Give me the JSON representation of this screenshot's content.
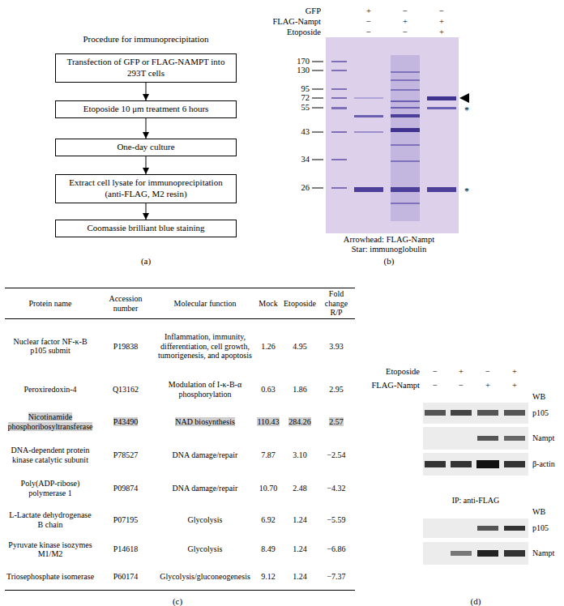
{
  "diagram": {
    "nodes": [
      {
        "text": [
          "Transfection of GFP or FLAG-NAMPT into 293T cells"
        ]
      },
      {
        "text": [
          "Etoposide 10 μm treatment 6 hours"
        ]
      },
      {
        "text": [
          "One-day culture"
        ]
      },
      {
        "text": [
          "Extract cell lysate for immunoprecipitation (anti-FLAG, M2 resin)"
        ]
      },
      {
        "text": [
          "Coomassie brilliant blue staining"
        ]
      }
    ],
    "edges": [
      {
        "from": 0,
        "to": 1,
        "arrow": "to"
      },
      {
        "from": 1,
        "to": 2,
        "arrow": "to"
      },
      {
        "from": 2,
        "to": 3,
        "arrow": "to"
      },
      {
        "from": 3,
        "to": 4,
        "arrow": "to"
      }
    ],
    "labels": [
      "(a)",
      "Procedure for immunoprecipitation",
      "GFP",
      "+",
      "−",
      "−",
      "FLAG-Nampt",
      "−",
      "+",
      "+",
      "Etoposide",
      "−",
      "−",
      "+",
      "170",
      "130",
      "95",
      "72",
      "55",
      "43",
      "34",
      "26",
      "*",
      "*",
      "Arrowhead: FLAG-Nampt",
      "Star: immunoglobulin",
      "(b)",
      "Protein name",
      "Accession number",
      "Molecular function",
      "Mock",
      "Etoposide",
      "Fold change",
      "R/P",
      "Nuclear factor NF-κ-B p105 submit",
      "P19838",
      "Inflammation, immunity, differentiation, cell growth, tumorigenesis, and apoptosis",
      "1.26",
      "4.95",
      "3.93",
      "Peroxiredoxin-4",
      "Q13162",
      "Modulation of I-κ-B-α phosphorylation",
      "0.63",
      "1.86",
      "2.95",
      "Nicotinamide phosphoribosyltransferase",
      "P43490",
      "NAD biosynthesis",
      "110.43",
      "284.26",
      "2.57",
      "DNA-dependent protein kinase catalytic subunit",
      "P78527",
      "DNA damage/repair",
      "7.87",
      "3.10",
      "−2.54",
      "Poly(ADP-ribose) polymerase 1",
      "P09874",
      "DNA damage/repair",
      "10.70",
      "2.48",
      "−4.32",
      "L-Lactate dehydrogenase B chain",
      "P07195",
      "Glycolysis",
      "6.92",
      "1.24",
      "−5.59",
      "Pyruvate kinase isozymes M1/M2",
      "P14618",
      "Glycolysis",
      "8.49",
      "1.24",
      "−6.86",
      "Triosephosphate isomerase",
      "P60174",
      "Glycolysis/gluconeogenesis",
      "9.12",
      "1.24",
      "−7.37",
      "(c)",
      "Etoposide",
      "−",
      "+",
      "−",
      "+",
      "FLAG-Nampt",
      "−",
      "−",
      "+",
      "+",
      "WB",
      "p105",
      "Nampt",
      "β-actin",
      "IP: anti-FLAG",
      "WB",
      "p105",
      "Nampt",
      "(d)"
    ]
  }
}
